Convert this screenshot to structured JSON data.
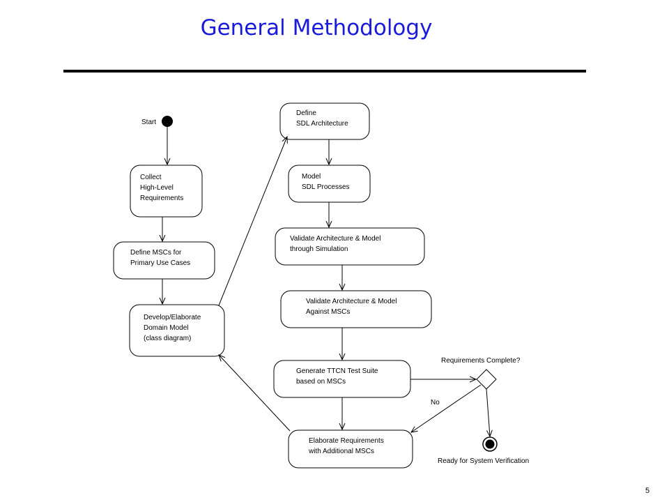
{
  "title": "General Methodology",
  "page_number": "5",
  "diagram": {
    "start_label": "Start",
    "decision_label": "Requirements Complete?",
    "no_label": "No",
    "end_label": "Ready for System Verification",
    "nodes": {
      "collect": [
        "Collect",
        "High-Level",
        "Requirements"
      ],
      "define_mscs": [
        "Define MSCs for",
        "Primary Use Cases"
      ],
      "domain_model": [
        "Develop/Elaborate",
        "Domain Model",
        "(class diagram)"
      ],
      "sdl_arch": [
        "Define",
        "SDL Architecture"
      ],
      "sdl_proc": [
        "Model",
        "SDL Processes"
      ],
      "validate_sim": [
        "Validate Architecture & Model",
        "through Simulation"
      ],
      "validate_msc": [
        "Validate Architecture & Model",
        "Against MSCs"
      ],
      "ttcn": [
        "Generate TTCN Test Suite",
        "based on MSCs"
      ],
      "elaborate": [
        "Elaborate Requirements",
        "with Additional MSCs"
      ]
    }
  }
}
